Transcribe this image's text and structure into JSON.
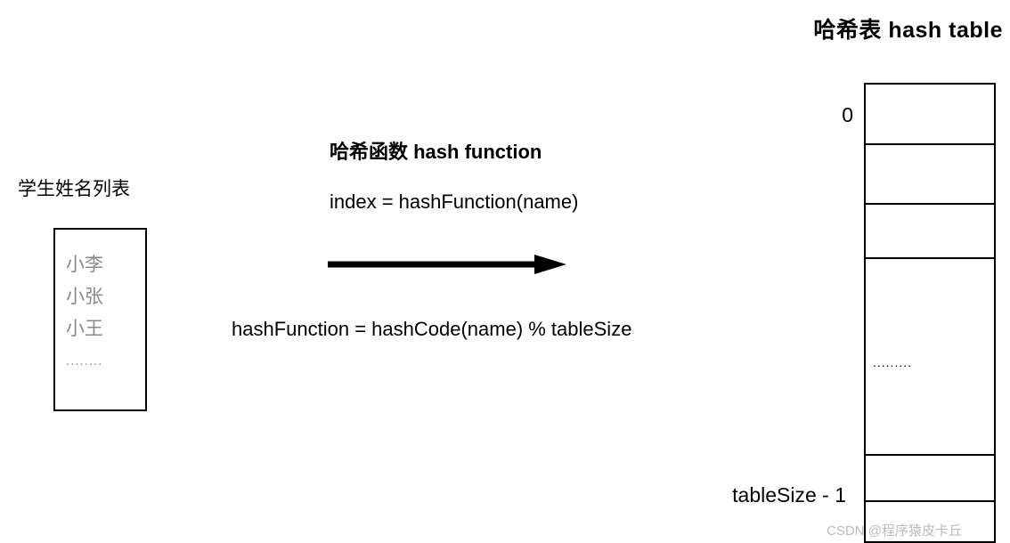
{
  "title": "哈希表 hash table",
  "student_list": {
    "label": "学生姓名列表",
    "items": [
      "小李",
      "小张",
      "小王",
      "........"
    ]
  },
  "hash_function": {
    "title": "哈希函数 hash function",
    "formula_index": "index = hashFunction(name)",
    "formula_hash": "hashFunction = hashCode(name) % tableSize"
  },
  "hash_table": {
    "index_top": "0",
    "index_bottom": "tableSize - 1",
    "middle_dots": "........."
  },
  "watermark": "CSDN @程序猿皮卡丘",
  "colors": {
    "line": "#000000",
    "muted_text": "#8a8a8a",
    "watermark_text": "#bcbcbc"
  }
}
